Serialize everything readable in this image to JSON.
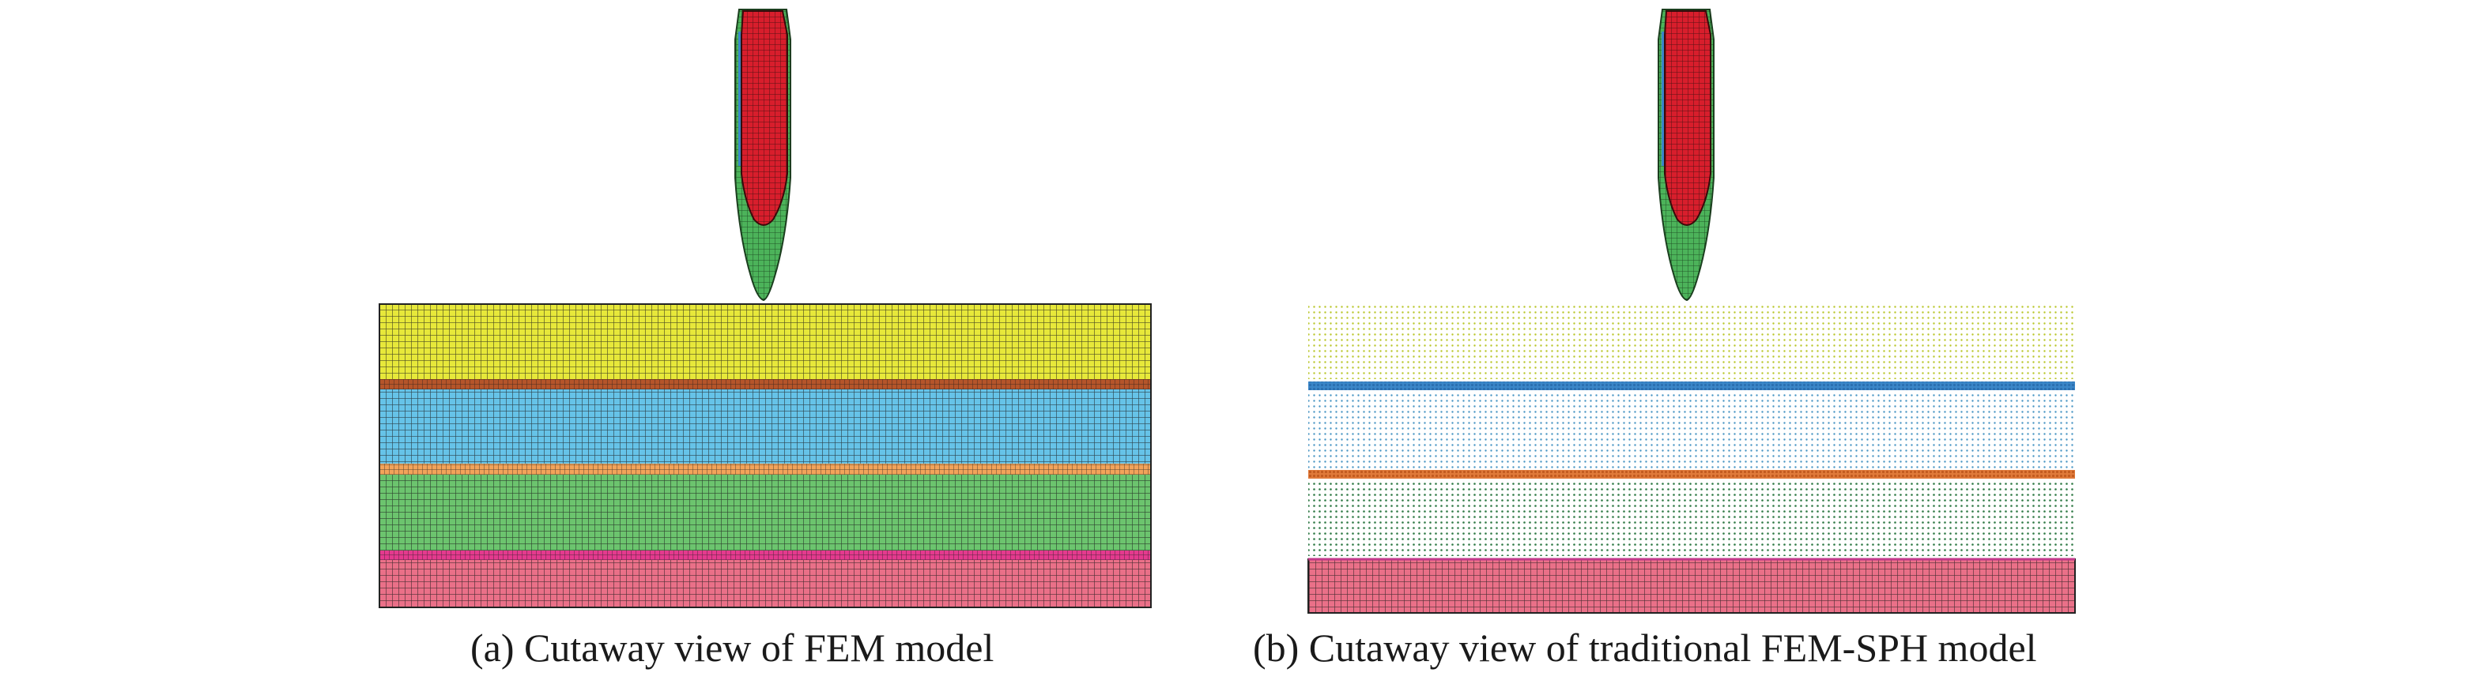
{
  "captions": {
    "a": "(a) Cutaway view of FEM model",
    "b": "(b) Cutaway view of traditional FEM-SPH model"
  },
  "panels": [
    {
      "id": "a",
      "representation": "fem-mesh",
      "projectile": {
        "core_color": "#d81e2c",
        "jacket_color": "#4cb35a",
        "tip_accent": "#3a86c8"
      },
      "layers": [
        {
          "name": "layer-1",
          "color": "#e7e83a",
          "mesh": "grid",
          "thickness": "thick"
        },
        {
          "name": "layer-2",
          "color": "#b5552a",
          "mesh": "grid",
          "thickness": "thin"
        },
        {
          "name": "layer-3",
          "color": "#66c3e8",
          "mesh": "grid",
          "thickness": "thick"
        },
        {
          "name": "layer-4",
          "color": "#f2a35a",
          "mesh": "grid",
          "thickness": "thin"
        },
        {
          "name": "layer-5",
          "color": "#6cc46e",
          "mesh": "grid",
          "thickness": "thick"
        },
        {
          "name": "layer-6",
          "color": "#e43a8e",
          "mesh": "grid",
          "thickness": "thin"
        },
        {
          "name": "layer-7",
          "color": "#ea7088",
          "mesh": "grid",
          "thickness": "thick"
        }
      ]
    },
    {
      "id": "b",
      "representation": "fem-sph",
      "projectile": {
        "core_color": "#d81e2c",
        "jacket_color": "#4cb35a",
        "tip_accent": "#3a86c8"
      },
      "layers": [
        {
          "name": "layer-1",
          "color": "#c9d633",
          "mesh": "particles",
          "thickness": "thick"
        },
        {
          "name": "layer-2",
          "color": "#3a86c8",
          "mesh": "grid",
          "thickness": "thin"
        },
        {
          "name": "layer-3",
          "color": "#5aa9d6",
          "mesh": "particles",
          "thickness": "thick"
        },
        {
          "name": "layer-4",
          "color": "#e07a3a",
          "mesh": "grid",
          "thickness": "thin"
        },
        {
          "name": "layer-5",
          "color": "#3f9a5a",
          "mesh": "particles",
          "thickness": "thick"
        },
        {
          "name": "layer-6",
          "color": "#ea7088",
          "mesh": "grid",
          "thickness": "thick"
        }
      ]
    }
  ]
}
